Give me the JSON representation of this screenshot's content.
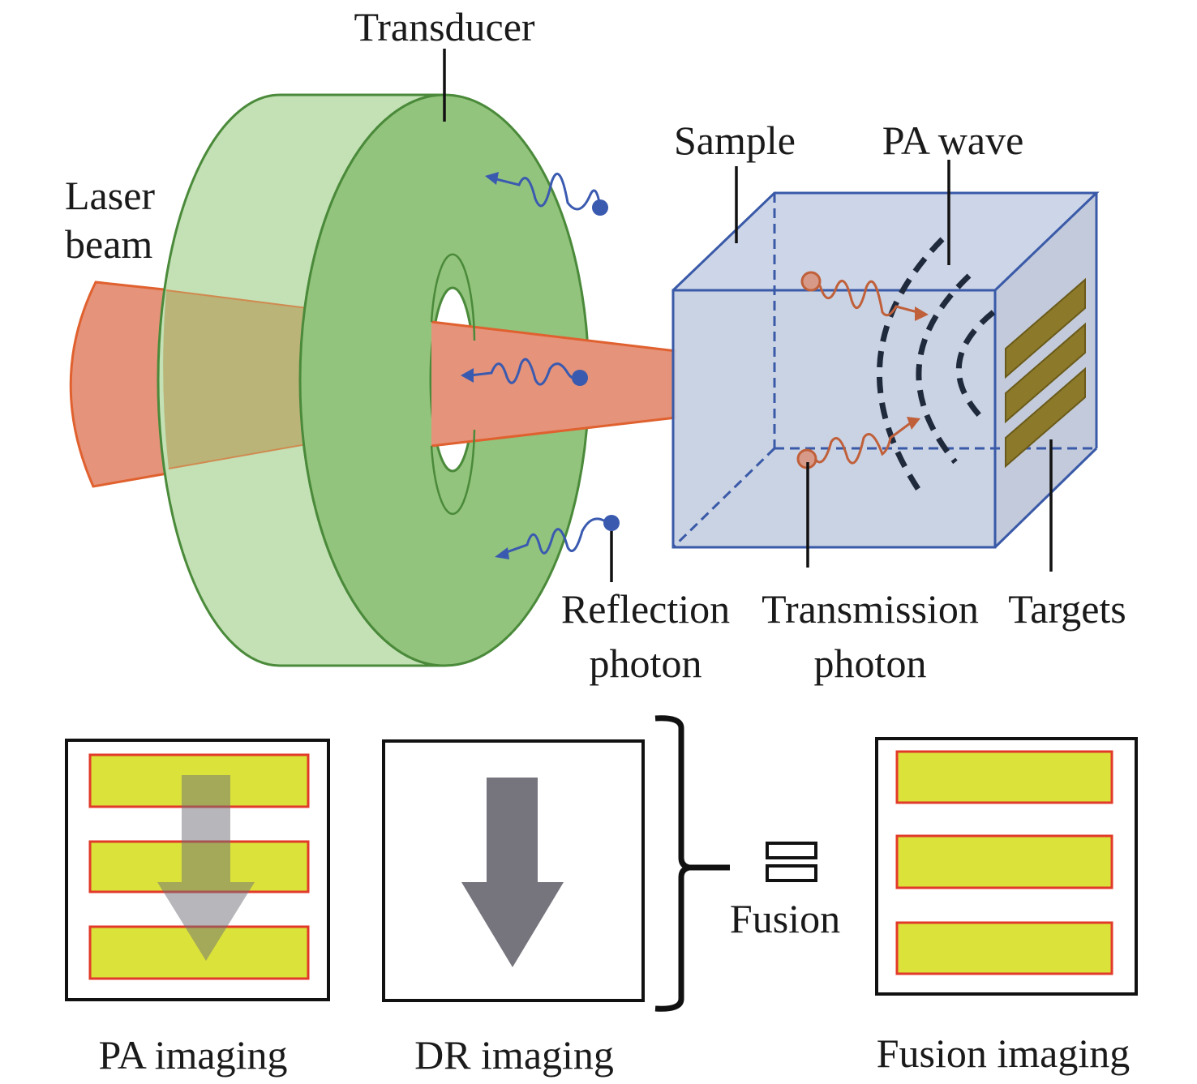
{
  "labels": {
    "transducer": "Transducer",
    "laser_beam_line1": "Laser",
    "laser_beam_line2": "beam",
    "sample": "Sample",
    "pa_wave": "PA wave",
    "reflection_photon_line1": "Reflection",
    "reflection_photon_line2": "photon",
    "transmission_photon_line1": "Transmission",
    "transmission_photon_line2": "photon",
    "targets": "Targets",
    "fusion": "Fusion"
  },
  "panels": [
    {
      "id": "pa",
      "caption": "PA imaging",
      "shows_targets": true,
      "shows_arrow": true
    },
    {
      "id": "dr",
      "caption": "DR imaging",
      "shows_targets": false,
      "shows_arrow": true
    },
    {
      "id": "fusion",
      "caption": "Fusion imaging",
      "shows_targets": true,
      "shows_arrow": false
    }
  ],
  "colors": {
    "transducer_face": "#93c47d",
    "transducer_side": "#c3e1b5",
    "transducer_stroke": "#4a8a3a",
    "laser": "#e5937a",
    "laser_stroke": "#e0612f",
    "laser_through_side": "#bab478",
    "sample_fill": "#c5cfe2",
    "sample_stroke": "#3a5aa8",
    "reflection_photon": "#3a5ab0",
    "transmission_photon": "#c0603a",
    "transmission_dot": "#d89a88",
    "pa_wave": "#1f2a3c",
    "target_3d": "#8c7a2a",
    "target_yellow": "#dbe23a",
    "target_red": "#e23a2a",
    "arrow_gray": "#76747c"
  }
}
